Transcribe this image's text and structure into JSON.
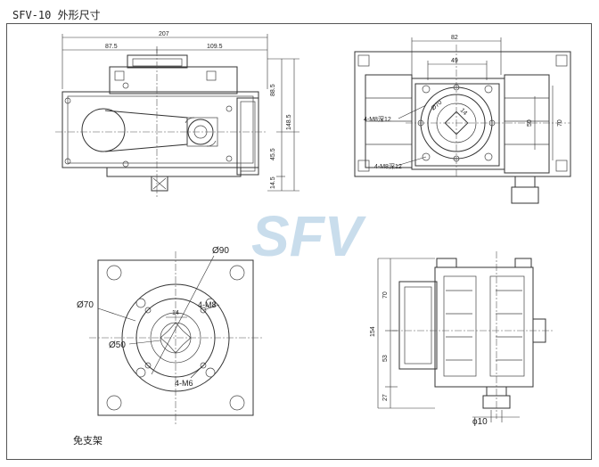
{
  "title": "SFV-10 外形尺寸",
  "watermark": "SFV",
  "caption": "免支架",
  "front_view": {
    "overall_width": "207",
    "left_width": "87.5",
    "right_width": "109.5",
    "upper_height": "88.5",
    "total_height": "148.5",
    "lower_height": "45.5",
    "bottom_height": "14.5"
  },
  "side_view": {
    "top_width": "82",
    "inner_width": "49",
    "right_height_1": "50",
    "right_height_2": "70",
    "hole_label_1": "4-M8深12",
    "hole_label_2": "4-M8深12",
    "dia_label": "Ø70",
    "square_label": "14"
  },
  "bottom_view": {
    "dia_90": "Ø90",
    "dia_70": "Ø70",
    "dia_50": "Ø50",
    "square": "14",
    "m8": "4-M8",
    "m6": "4-M6"
  },
  "right_view": {
    "h1": "70",
    "h_total": "154",
    "h2": "53",
    "h3": "27",
    "shaft": "ϕ10"
  }
}
